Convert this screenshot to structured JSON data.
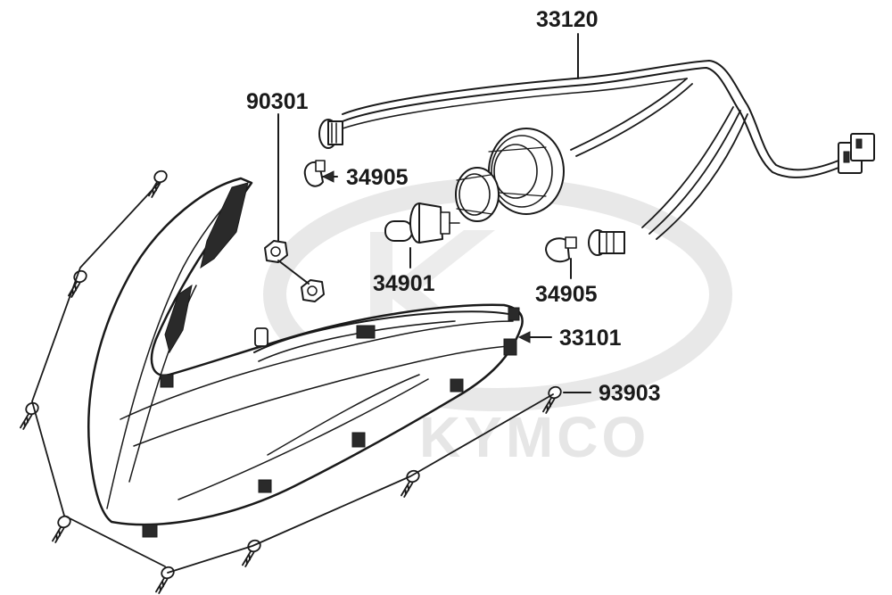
{
  "diagram": {
    "watermark": {
      "brand": "KYMCO"
    },
    "parts": [
      {
        "id": "wire-harness",
        "number": "33120",
        "icon": "wire-harness-icon"
      },
      {
        "id": "bolt-nut",
        "number": "90301",
        "icon": "nut-icon"
      },
      {
        "id": "position-bulb-top",
        "number": "34905",
        "icon": "wedge-bulb-icon"
      },
      {
        "id": "headlight-bulb",
        "number": "34901",
        "icon": "h4-bulb-icon"
      },
      {
        "id": "position-bulb-right",
        "number": "34905",
        "icon": "wedge-bulb-icon"
      },
      {
        "id": "headlight-unit",
        "number": "33101",
        "icon": "headlight-assembly-icon"
      },
      {
        "id": "tapping-screw",
        "number": "93903",
        "icon": "screw-icon"
      }
    ]
  }
}
